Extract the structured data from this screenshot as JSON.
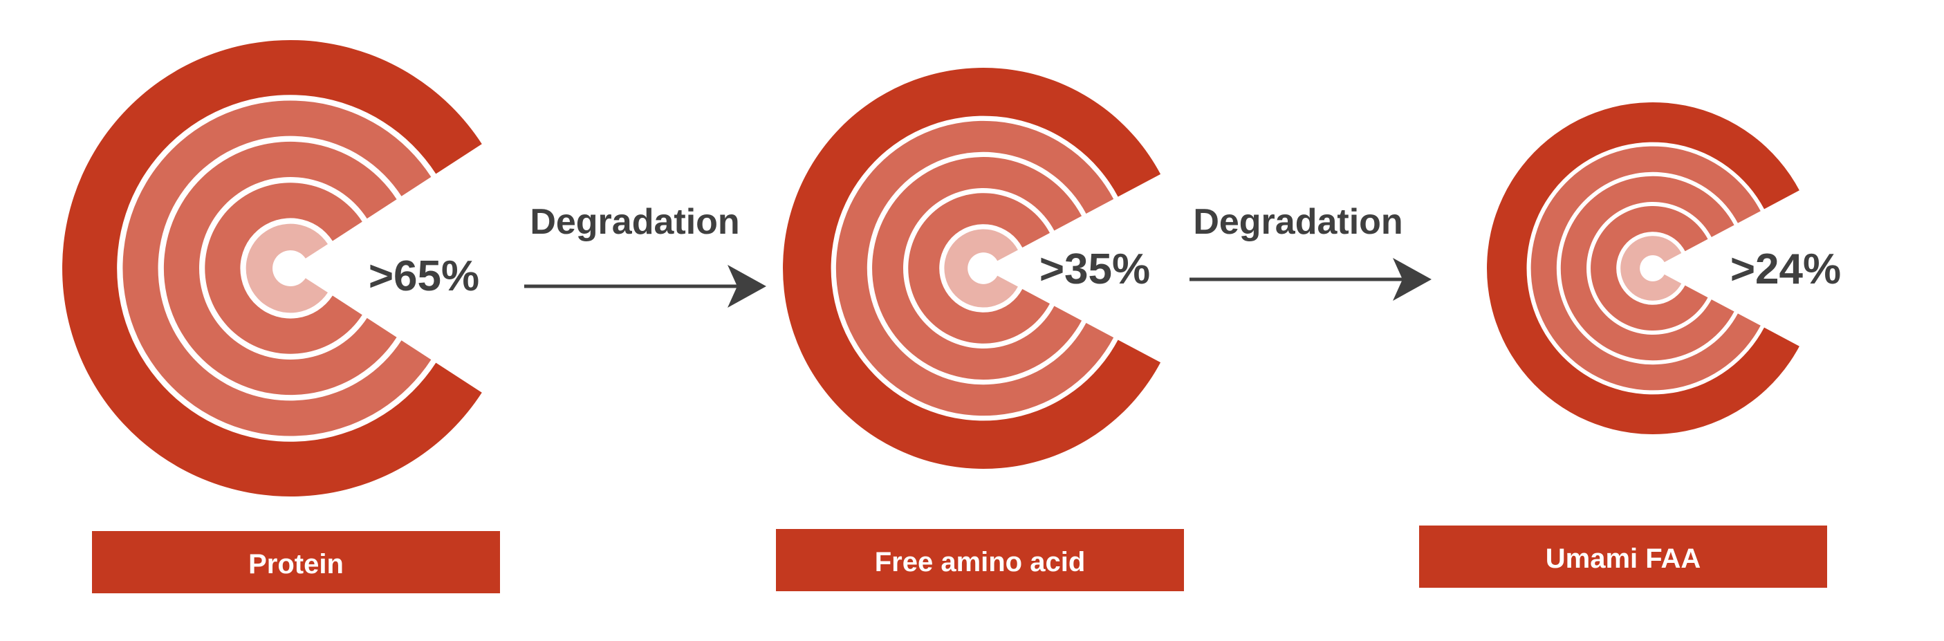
{
  "colors": {
    "outer_ring": "#c4391f",
    "middle_rings": "#d56a57",
    "inner_ring": "#eab2a8",
    "label_bg": "#c4391f",
    "label_text": "#ffffff",
    "text_dark": "#404040",
    "arrow": "#404040"
  },
  "stages": [
    {
      "label": "Protein",
      "percent": ">65%"
    },
    {
      "label": "Free amino acid",
      "percent": ">35%"
    },
    {
      "label": "Umami FAA",
      "percent": ">24%"
    }
  ],
  "arrows": [
    {
      "label": "Degradation"
    },
    {
      "label": "Degradation"
    }
  ]
}
